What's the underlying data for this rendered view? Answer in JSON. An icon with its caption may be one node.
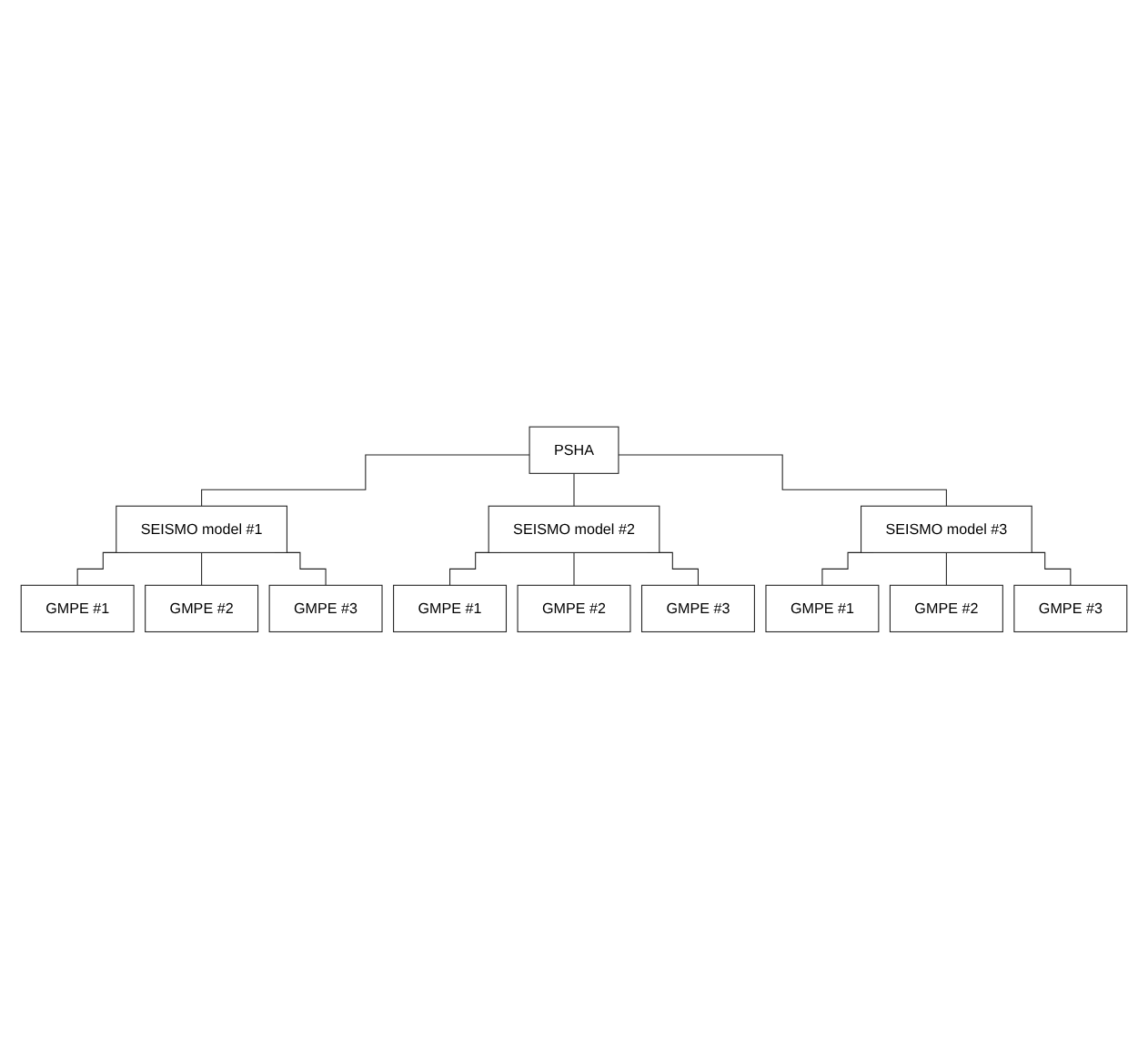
{
  "diagram": {
    "nodes": [
      {
        "text": [
          "PSHA"
        ]
      },
      {
        "text": [
          "SEISMO model #1"
        ]
      },
      {
        "text": [
          "SEISMO model #2"
        ]
      },
      {
        "text": [
          "SEISMO model #3"
        ]
      },
      {
        "text": [
          "GMPE #1"
        ]
      },
      {
        "text": [
          "GMPE #2"
        ]
      },
      {
        "text": [
          "GMPE #3"
        ]
      },
      {
        "text": [
          "GMPE #1"
        ]
      },
      {
        "text": [
          "GMPE #2"
        ]
      },
      {
        "text": [
          "GMPE #3"
        ]
      },
      {
        "text": [
          "GMPE #1"
        ]
      },
      {
        "text": [
          "GMPE #2"
        ]
      },
      {
        "text": [
          "GMPE #3"
        ]
      }
    ],
    "edges": [
      {
        "from": 0,
        "to": 1,
        "arrow": "none"
      },
      {
        "from": 0,
        "to": 2,
        "arrow": "none"
      },
      {
        "from": 0,
        "to": 3,
        "arrow": "none"
      },
      {
        "from": 1,
        "to": 4,
        "arrow": "none"
      },
      {
        "from": 1,
        "to": 5,
        "arrow": "none"
      },
      {
        "from": 1,
        "to": 6,
        "arrow": "none"
      },
      {
        "from": 2,
        "to": 7,
        "arrow": "none"
      },
      {
        "from": 2,
        "to": 8,
        "arrow": "none"
      },
      {
        "from": 2,
        "to": 9,
        "arrow": "none"
      },
      {
        "from": 3,
        "to": 10,
        "arrow": "none"
      },
      {
        "from": 3,
        "to": 11,
        "arrow": "none"
      },
      {
        "from": 3,
        "to": 12,
        "arrow": "none"
      }
    ]
  }
}
